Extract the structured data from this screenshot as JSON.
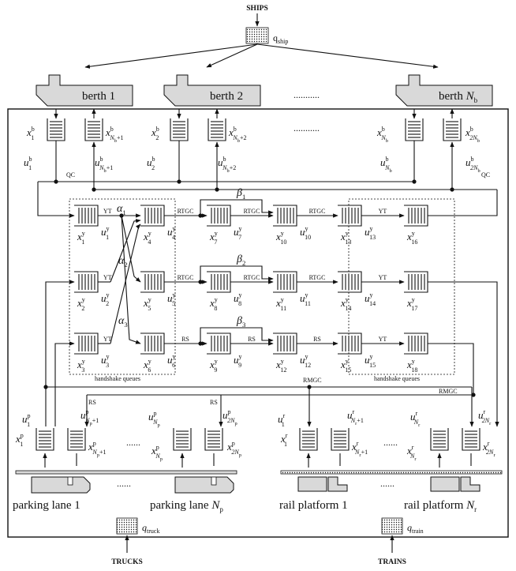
{
  "sources": {
    "ships": "SHIPS",
    "trucks": "TRUCKS",
    "trains": "TRAINS",
    "q_ship": "q",
    "q_ship_sub": "ship",
    "q_truck": "q",
    "q_truck_sub": "truck",
    "q_train": "q",
    "q_train_sub": "train"
  },
  "berths": {
    "b1": "berth 1",
    "b2": "berth 2",
    "bn_main": "berth ",
    "bn_var": "N",
    "bn_sub": "b",
    "dots": "..........."
  },
  "berth_queues": {
    "x1": "x",
    "x1_sup": "b",
    "x1_sub": "1",
    "x2": "x",
    "x2_sup": "b",
    "x2_sub": "2",
    "xn": "x",
    "xn_sup": "b",
    "xn_sub": "N",
    "xn_subsub": "b",
    "xn1": "x",
    "xn1_sup": "b",
    "xn1_sub": "N",
    "xn1_subsub": "b",
    "xn1_tail": "+1",
    "xn2": "x",
    "xn2_sup": "b",
    "xn2_sub": "N",
    "xn2_subsub": "b",
    "xn2_tail": "+2",
    "x2n": "x",
    "x2n_sup": "b",
    "x2n_sub": "2N",
    "x2n_subsub": "b",
    "u1": "u",
    "u1_sup": "b",
    "u1_sub": "1",
    "u2": "u",
    "u2_sup": "b",
    "u2_sub": "2",
    "un": "u",
    "un_sup": "b",
    "un_sub": "N",
    "un_subsub": "b",
    "un1": "u",
    "un1_sup": "b",
    "un1_sub": "N",
    "un1_subsub": "b",
    "un1_tail": "+1",
    "un2": "u",
    "un2_sup": "b",
    "un2_sub": "N",
    "un2_subsub": "b",
    "un2_tail": "+2",
    "u2n": "u",
    "u2n_sup": "b",
    "u2n_sub": "2N",
    "u2n_subsub": "b",
    "qc_left": "QC",
    "qc_right": "QC",
    "dots": "..........."
  },
  "yard": {
    "x_labels": [
      "1",
      "2",
      "3",
      "4",
      "5",
      "6",
      "7",
      "8",
      "9",
      "10",
      "11",
      "12",
      "13",
      "14",
      "15",
      "16",
      "17",
      "18"
    ],
    "u_labels": [
      "1",
      "2",
      "3",
      "4",
      "5",
      "6",
      "7",
      "8",
      "9",
      "10",
      "11",
      "12",
      "13",
      "14",
      "15"
    ],
    "var_x": "x",
    "var_u": "u",
    "sup": "y",
    "yt": "YT",
    "rtgc": "RTGC",
    "rs": "RS",
    "alpha": "α",
    "beta": "β",
    "greek_idx": [
      "1",
      "2",
      "3"
    ],
    "handshake": "handshake queues"
  },
  "parking": {
    "u1": "u",
    "u1_sup": "p",
    "u1_sub": "1",
    "x1": "x",
    "x1_sup": "p",
    "x1_sub": "1",
    "unp1": "u",
    "unp1_sup": "p",
    "unp1_sub": "N",
    "unp1_subsub": "p",
    "unp1_tail": "+1",
    "xnp1": "x",
    "xnp1_sup": "p",
    "xnp1_sub": "N",
    "xnp1_subsub": "p",
    "xnp1_tail": "+1",
    "unp": "u",
    "unp_sup": "p",
    "unp_sub": "N",
    "unp_subsub": "p",
    "xnp": "x",
    "xnp_sup": "p",
    "xnp_sub": "N",
    "xnp_subsub": "p",
    "u2np": "u",
    "u2np_sup": "p",
    "u2np_sub": "2N",
    "u2np_subsub": "p",
    "x2np": "x",
    "x2np_sup": "p",
    "x2np_sub": "2N",
    "x2np_subsub": "p",
    "rs1": "RS",
    "rs2": "RS",
    "lane1": "parking lane 1",
    "lanen": "parking lane ",
    "lanen_var": "N",
    "lanen_sub": "p",
    "dots_top": "......",
    "dots_bottom": "......"
  },
  "rail": {
    "u1": "u",
    "u1_sup": "r",
    "u1_sub": "1",
    "x1": "x",
    "x1_sup": "r",
    "x1_sub": "1",
    "unr1": "u",
    "unr1_sup": "r",
    "unr1_sub": "N",
    "unr1_subsub": "r",
    "unr1_tail": "+1",
    "xnr1": "x",
    "xnr1_sup": "r",
    "xnr1_sub": "N",
    "xnr1_subsub": "r",
    "xnr1_tail": "+1",
    "unr": "u",
    "unr_sup": "r",
    "unr_sub": "N",
    "unr_subsub": "r",
    "xnr": "x",
    "xnr_sup": "r",
    "xnr_sub": "N",
    "xnr_subsub": "r",
    "u2nr": "u",
    "u2nr_sup": "r",
    "u2nr_sub": "2N",
    "u2nr_subsub": "r",
    "x2nr": "x",
    "x2nr_sup": "r",
    "x2nr_sub": "2N",
    "x2nr_subsub": "r",
    "rmgc1": "RMGC",
    "rmgc2": "RMGC",
    "platform1": "rail platform 1",
    "platformn": "rail platform ",
    "platformn_var": "N",
    "platformn_sub": "r",
    "dots_top": "......",
    "dots_bottom": "......"
  }
}
